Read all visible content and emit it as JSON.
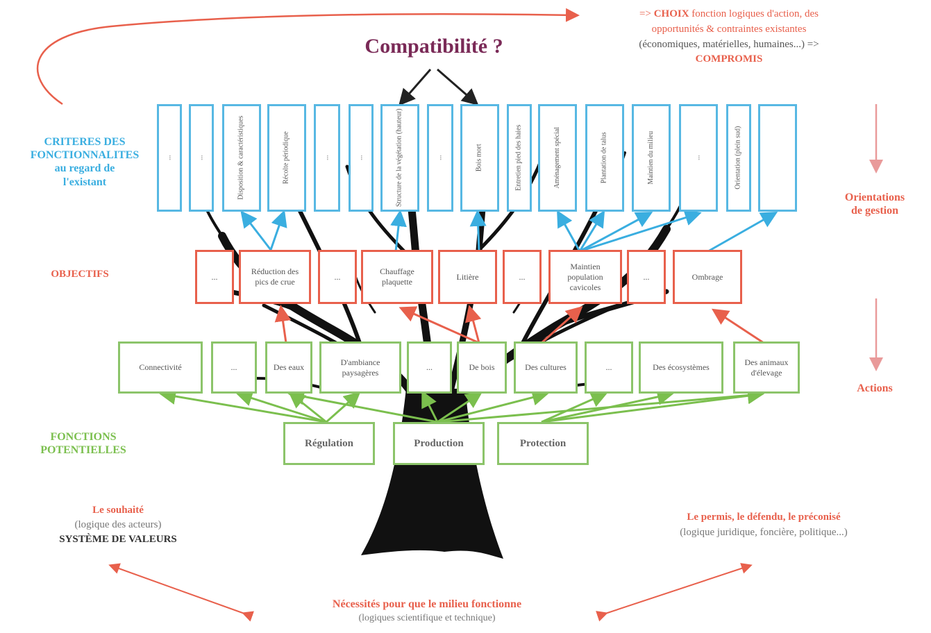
{
  "top_annotation": {
    "line1_prefix": "=> ",
    "line1_bold": "CHOIX",
    "line1_rest": " fonction logiques d'action, des",
    "line2": "opportunités & contraintes existantes",
    "line3": "(économiques, matérielles, humaines...) =>",
    "line4": "COMPROMIS"
  },
  "compatibility": "Compatibilité ?",
  "left_labels": {
    "criteria": [
      "CRITERES DES",
      "FONCTIONNALITES",
      "au regard de",
      "l'existant"
    ],
    "objectives": "OBJECTIFS",
    "functions": [
      "FONCTIONS",
      "POTENTIELLES"
    ]
  },
  "right_labels": {
    "orientations": [
      "Orientations",
      "de gestion"
    ],
    "actions": "Actions"
  },
  "criteria": [
    "...",
    "...",
    "Disposition & caractéristiques",
    "Récolte périodique",
    "...",
    "...",
    "Structure de la végétation (hauteur)",
    "...",
    "Bois mort",
    "Entretien pied des haies",
    "Aménagement spécial",
    "Plantation de talus",
    "Maintien du milieu",
    "...",
    "Orientation (plein sud)"
  ],
  "objectives": [
    "...",
    "Réduction des pics de crue",
    "...",
    "Chauffage plaquette",
    "Litière",
    "...",
    "Maintien population cavicoles",
    "...",
    "Ombrage"
  ],
  "actions": [
    "Connectivité",
    "...",
    "Des eaux",
    "D'ambiance paysagères",
    "...",
    "De bois",
    "Des cultures",
    "...",
    "Des écosystèmes",
    "Des animaux d'élevage"
  ],
  "functions": [
    "Régulation",
    "Production",
    "Protection"
  ],
  "bottom_left": {
    "title": "Le souhaité",
    "sub": "(logique des acteurs)",
    "bold": "SYSTÈME DE VALEURS"
  },
  "bottom_right": {
    "title": "Le permis, le défendu, le préconisé",
    "sub": "(logique juridique, foncière, politique...)"
  },
  "bottom_center": {
    "title": "Nécessités pour que le milieu fonctionne",
    "sub": "(logiques scientifique et technique)"
  },
  "colors": {
    "blue": "#57b8e3",
    "red": "#e8604c",
    "green": "#8cc46a",
    "purple": "#7a2a57",
    "trunk": "#111111"
  }
}
